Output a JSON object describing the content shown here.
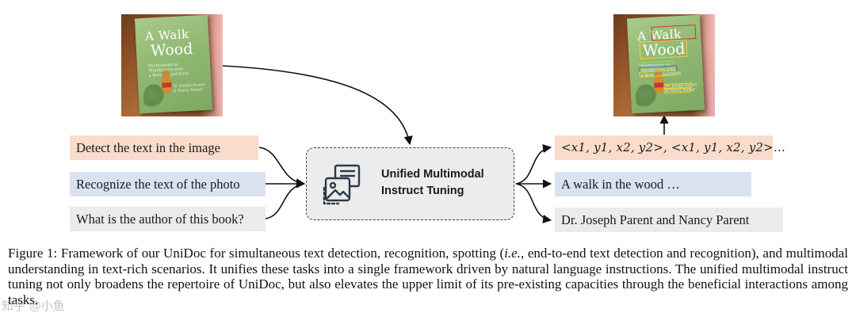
{
  "left_photo": {
    "book_title_line1": "A Walk",
    "book_title_line2": "Wood",
    "book_subtitle": "Meditations on\nMindfulness with\na Bear Named Pooh",
    "book_authors": "Dr. Joseph Parent\n& Nancy Parent"
  },
  "right_photo": {
    "book_title_line1": "A Walk",
    "book_title_line2": "Wood",
    "book_subtitle": "Meditations on\nMindfulness with\na Bear Named Pooh",
    "book_authors": "Dr. Joseph Parent\n& Nancy Parent",
    "box_colors": [
      "#d9342b",
      "#f2d03b",
      "#3b82c8",
      "#9fd36a"
    ]
  },
  "prompts": [
    "Detect the text in the image",
    "Recognize the text of the photo",
    "What is the author of this book?"
  ],
  "answers": [
    "<x1, y1, x2, y2>, <x1, y1, x2, y2>…",
    "A walk in the wood …",
    "Dr. Joseph Parent and Nancy Parent"
  ],
  "central": {
    "label": "Unified Multimodal\nInstruct Tuning",
    "icon": "image-document-icon"
  },
  "colors": {
    "detect": "#f9dccb",
    "recognize": "#dae2f1",
    "author": "#ebebeb",
    "central_fill": "#ececec",
    "central_border": "#3d4147"
  },
  "caption": {
    "part1": "Figure 1: Framework of our UniDoc for simultaneous text detection, recognition, spotting (",
    "italic": "i.e.",
    "part2": ", end-to-end text detection and recognition), and multimodal understanding in text-rich scenarios. It unifies these tasks into a single framework driven by natural language instructions. The unified multimodal instruct tuning not only broadens the repertoire of UniDoc, but also elevates the upper limit of its pre-existing capacities through the beneficial interactions among tasks."
  },
  "watermark": "知乎 @小鱼"
}
